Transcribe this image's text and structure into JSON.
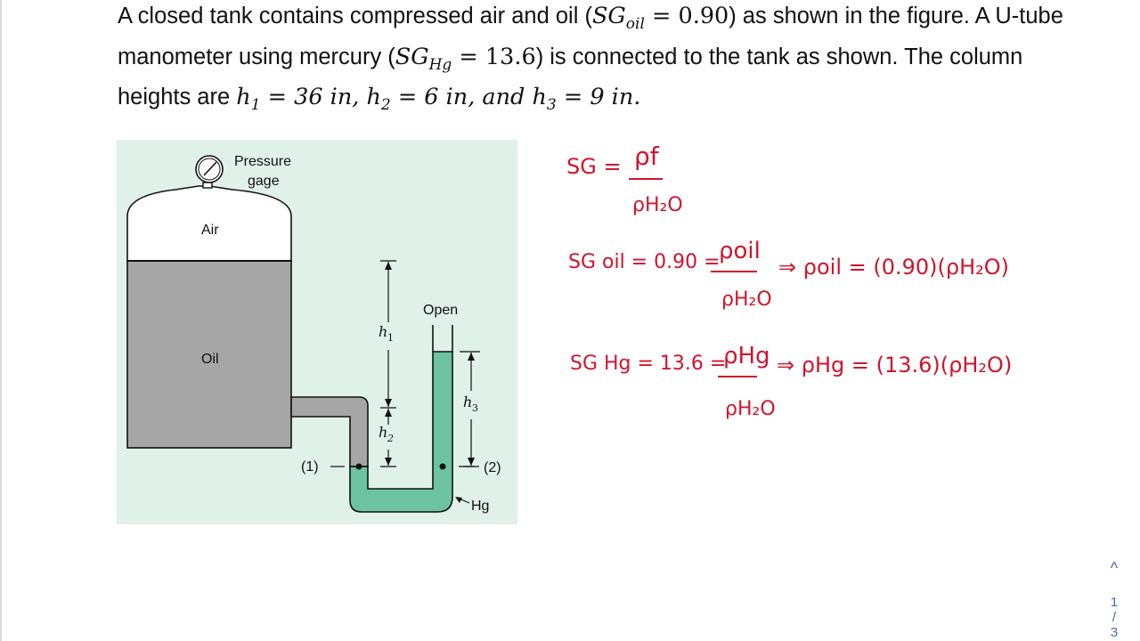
{
  "problem": {
    "line1_a": "A closed tank contains compressed air and oil (",
    "sg_oil_sym": "SG",
    "sg_oil_sub": "oil",
    "sg_oil_val": " = 0.90",
    "line1_b": ") as shown in the figure. A U-tube",
    "line2_a": "manometer using mercury (",
    "sg_hg_sym": "SG",
    "sg_hg_sub": "Hg",
    "sg_hg_val": " = 13.6",
    "line2_b": ") is connected to the tank as shown. The column",
    "line3_a": "heights are ",
    "h1": "h",
    "h1_sub": "1",
    "h1_val": " = 36 in, ",
    "h2": "h",
    "h2_sub": "2",
    "h2_val": " = 6 in, and ",
    "h3": "h",
    "h3_sub": "3",
    "h3_val": " = 9 in."
  },
  "figure": {
    "pressure_gage_1": "Pressure",
    "pressure_gage_2": "gage",
    "air": "Air",
    "oil": "Oil",
    "open": "Open",
    "h1": "h",
    "h1_sub": "1",
    "h2": "h",
    "h2_sub": "2",
    "h3": "h",
    "h3_sub": "3",
    "point1": "(1)",
    "point2": "(2)",
    "hg": "Hg",
    "colors": {
      "background": "#dff1e9",
      "oil": "#a6a6a6",
      "mercury": "#6cc3a4",
      "outline": "#111111"
    }
  },
  "notes": {
    "eq1": {
      "lhs": "SG =",
      "num": "ρf",
      "den": "ρH₂O"
    },
    "eq2": {
      "lhs": "SG oil = 0.90 =",
      "num": "ρoil",
      "den": "ρH₂O",
      "rhs": "⇒ ρoil = (0.90)(ρH₂O)"
    },
    "eq3": {
      "lhs": "SG Hg = 13.6 =",
      "num": "ρHg",
      "den": "ρH₂O",
      "rhs": "⇒ ρHg = (13.6)(ρH₂O)"
    },
    "ink_color": "#d0142c"
  },
  "pager": {
    "up_icon": "^",
    "current": "1",
    "sep": "/",
    "total": "3"
  }
}
